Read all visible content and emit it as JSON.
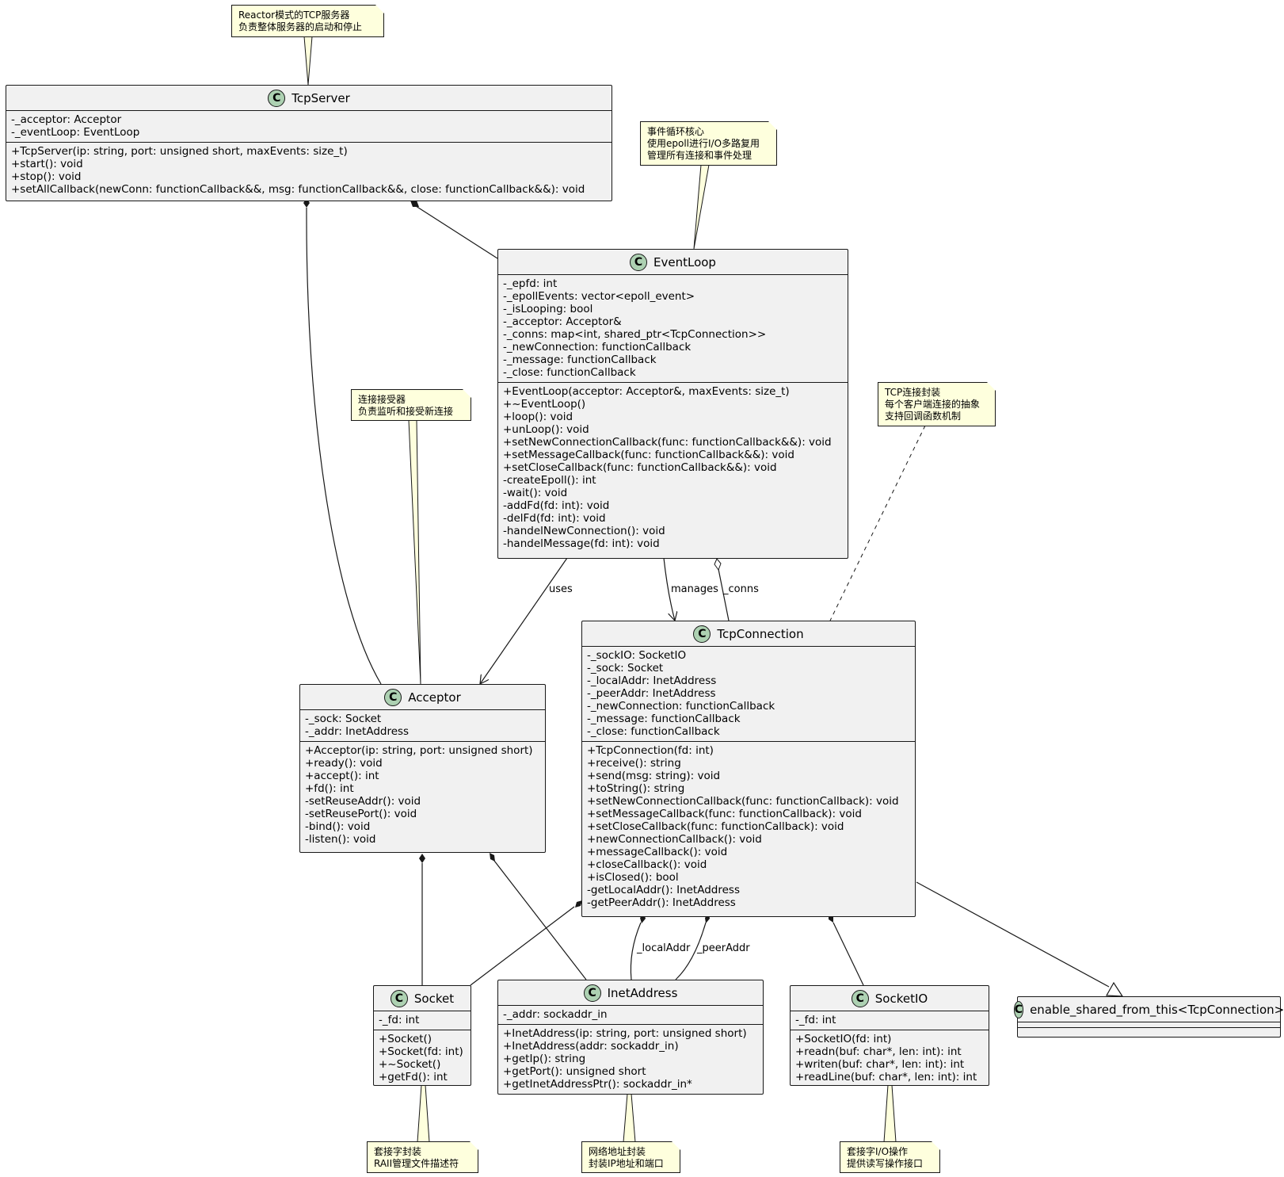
{
  "diagram": {
    "classes": {
      "tcpserver": {
        "icon": "C",
        "name": "TcpServer",
        "attributes": [
          "-_acceptor: Acceptor",
          "-_eventLoop: EventLoop"
        ],
        "methods": [
          "+TcpServer(ip: string, port: unsigned short, maxEvents: size_t)",
          "+start(): void",
          "+stop(): void",
          "+setAllCallback(newConn: functionCallback&&, msg: functionCallback&&, close: functionCallback&&): void"
        ]
      },
      "eventloop": {
        "icon": "C",
        "name": "EventLoop",
        "attributes": [
          "-_epfd: int",
          "-_epollEvents: vector<epoll_event>",
          "-_isLooping: bool",
          "-_acceptor: Acceptor&",
          "-_conns: map<int, shared_ptr<TcpConnection>>",
          "-_newConnection: functionCallback",
          "-_message: functionCallback",
          "-_close: functionCallback"
        ],
        "methods": [
          "+EventLoop(acceptor: Acceptor&, maxEvents: size_t)",
          "+~EventLoop()",
          "+loop(): void",
          "+unLoop(): void",
          "+setNewConnectionCallback(func: functionCallback&&): void",
          "+setMessageCallback(func: functionCallback&&): void",
          "+setCloseCallback(func: functionCallback&&): void",
          "-createEpoll(): int",
          "-wait(): void",
          "-addFd(fd: int): void",
          "-delFd(fd: int): void",
          "-handelNewConnection(): void",
          "-handelMessage(fd: int): void"
        ]
      },
      "acceptor": {
        "icon": "C",
        "name": "Acceptor",
        "attributes": [
          "-_sock: Socket",
          "-_addr: InetAddress"
        ],
        "methods": [
          "+Acceptor(ip: string, port: unsigned short)",
          "+ready(): void",
          "+accept(): int",
          "+fd(): int",
          "-setReuseAddr(): void",
          "-setReusePort(): void",
          "-bind(): void",
          "-listen(): void"
        ]
      },
      "tcpconnection": {
        "icon": "C",
        "name": "TcpConnection",
        "attributes": [
          "-_sockIO: SocketIO",
          "-_sock: Socket",
          "-_localAddr: InetAddress",
          "-_peerAddr: InetAddress",
          "-_newConnection: functionCallback",
          "-_message: functionCallback",
          "-_close: functionCallback"
        ],
        "methods": [
          "+TcpConnection(fd: int)",
          "+receive(): string",
          "+send(msg: string): void",
          "+toString(): string",
          "+setNewConnectionCallback(func: functionCallback): void",
          "+setMessageCallback(func: functionCallback): void",
          "+setCloseCallback(func: functionCallback): void",
          "+newConnectionCallback(): void",
          "+messageCallback(): void",
          "+closeCallback(): void",
          "+isClosed(): bool",
          "-getLocalAddr(): InetAddress",
          "-getPeerAddr(): InetAddress"
        ]
      },
      "socket": {
        "icon": "C",
        "name": "Socket",
        "attributes": [
          "-_fd: int"
        ],
        "methods": [
          "+Socket()",
          "+Socket(fd: int)",
          "+~Socket()",
          "+getFd(): int"
        ]
      },
      "inetaddress": {
        "icon": "C",
        "name": "InetAddress",
        "attributes": [
          "-_addr: sockaddr_in"
        ],
        "methods": [
          "+InetAddress(ip: string, port: unsigned short)",
          "+InetAddress(addr: sockaddr_in)",
          "+getIp(): string",
          "+getPort(): unsigned short",
          "+getInetAddressPtr(): sockaddr_in*"
        ]
      },
      "socketio": {
        "icon": "C",
        "name": "SocketIO",
        "attributes": [
          "-_fd: int"
        ],
        "methods": [
          "+SocketIO(fd: int)",
          "+readn(buf: char*, len: int): int",
          "+writen(buf: char*, len: int): int",
          "+readLine(buf: char*, len: int): int"
        ]
      },
      "enable_shared": {
        "icon": "C",
        "name": "enable_shared_from_this<TcpConnection>",
        "attributes": [],
        "methods": []
      }
    },
    "notes": {
      "tcpserver": "Reactor模式的TCP服务器\n负责整体服务器的启动和停止",
      "eventloop": "事件循环核心\n使用epoll进行I/O多路复用\n管理所有连接和事件处理",
      "acceptor": "连接接受器\n负责监听和接受新连接",
      "tcpconnection": "TCP连接封装\n每个客户端连接的抽象\n支持回调函数机制",
      "socket": "套接字封装\nRAII管理文件描述符",
      "inetaddress": "网络地址封装\n封装IP地址和端口",
      "socketio": "套接字I/O操作\n提供读写操作接口"
    },
    "edge_labels": {
      "uses": "uses",
      "manages": "manages",
      "conns": "_conns",
      "local_addr": "_localAddr",
      "peer_addr": "_peerAddr"
    },
    "colors": {
      "class_fill": "#f1f1f1",
      "class_icon": "#add1b2",
      "note_fill": "#feffdd",
      "line": "#181818"
    }
  }
}
